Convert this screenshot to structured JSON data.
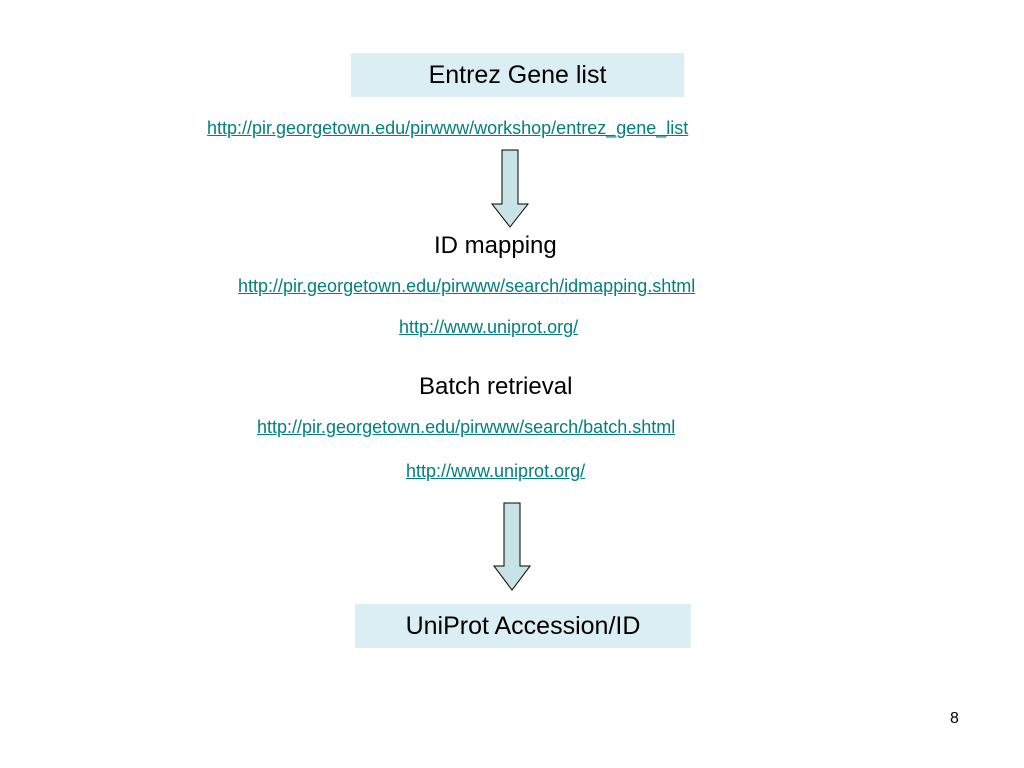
{
  "top_box": {
    "label": "Entrez Gene list"
  },
  "top_link": "http://pir.georgetown.edu/pirwww/workshop/entrez_gene_list",
  "id_mapping": {
    "heading": "ID mapping",
    "links": [
      "http://pir.georgetown.edu/pirwww/search/idmapping.shtml",
      "http://www.uniprot.org/"
    ]
  },
  "batch_retrieval": {
    "heading": "Batch retrieval",
    "links": [
      "http://pir.georgetown.edu/pirwww/search/batch.shtml",
      "http://www.uniprot.org/"
    ]
  },
  "bottom_box": {
    "label": "UniProt Accession/ID"
  },
  "slide_number": "8",
  "colors": {
    "box_fill": "#dbeef3",
    "arrow_fill": "#c7e3e6",
    "link": "#008080"
  }
}
